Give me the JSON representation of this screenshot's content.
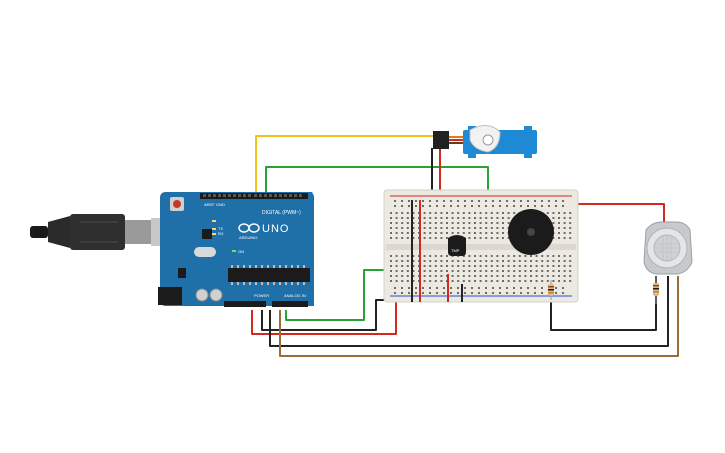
{
  "board": {
    "brand": "ARDUINO",
    "model": "UNO",
    "digital_label": "DIGITAL (PWM~)",
    "power_label": "POWER",
    "analog_label": "ANALOG IN",
    "on_label": "ON",
    "tx_label": "TX",
    "rx_label": "RX",
    "aref_label": "AREF",
    "gnd_label": "GND"
  },
  "sensor": {
    "label": "TMP"
  },
  "colors": {
    "board": "#1f6fa8",
    "breadboard": "#ece9e2",
    "servo": "#1e8ad6",
    "wire_yellow": "#f2c21b",
    "wire_green": "#2aa336",
    "wire_red": "#d22a1f",
    "wire_black": "#222222",
    "wire_brown": "#9a6b3b"
  }
}
